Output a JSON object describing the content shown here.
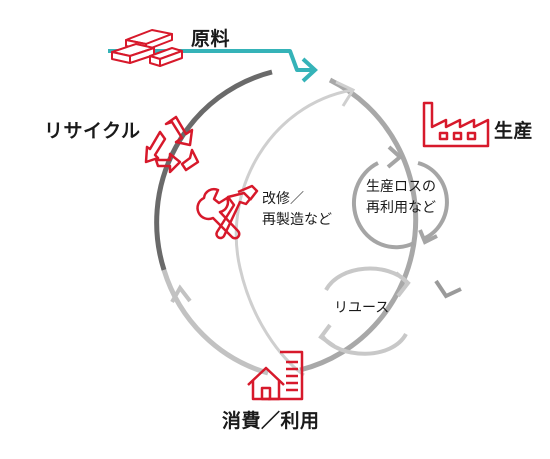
{
  "nodes": {
    "raw_material": "原料",
    "production": "生産",
    "consumption": "消費／利用",
    "recycle": "リサイクル"
  },
  "loops": {
    "repair": [
      "改修／",
      "再製造など"
    ],
    "production_loss": [
      "生産ロスの",
      "再利用など"
    ],
    "reuse": "リユース"
  },
  "colors": {
    "accent_red": "#d7192b",
    "teal": "#35b3b8",
    "dark_gray": "#666666",
    "mid_gray": "#a8a8a8",
    "light_gray": "#c6c6c6"
  },
  "icons": {
    "raw_material": "bricks-icon",
    "production": "factory-icon",
    "consumption": "house-document-icon",
    "recycle": "recycle-icon",
    "repair": "wrench-hammer-icon"
  }
}
